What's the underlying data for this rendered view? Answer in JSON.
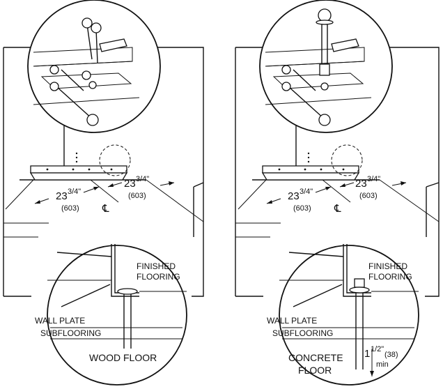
{
  "left_panel": {
    "dimension_left": "23",
    "dimension_left_frac": "3/4\"",
    "dimension_left_mm": "(603)",
    "dimension_right": "23",
    "dimension_right_frac": "3/4\"",
    "dimension_right_mm": "(603)",
    "centerline_symbol": "℄",
    "label_finished_1": "FINISHED",
    "label_finished_2": "FLOORING",
    "label_wall_plate": "WALL PLATE",
    "label_subflooring": "SUBFLOORING",
    "label_floor": "WOOD FLOOR"
  },
  "right_panel": {
    "dimension_left": "23",
    "dimension_left_frac": "3/4\"",
    "dimension_left_mm": "(603)",
    "dimension_right": "23",
    "dimension_right_frac": "3/4\"",
    "dimension_right_mm": "(603)",
    "centerline_symbol": "℄",
    "label_finished_1": "FINISHED",
    "label_finished_2": "FLOORING",
    "label_wall_plate": "WALL PLATE",
    "label_subflooring": "SUBFLOORING",
    "label_floor_1": "CONCRETE",
    "label_floor_2": "FLOOR",
    "depth_whole": "1",
    "depth_frac": "1/2\"",
    "depth_mm": "(38)",
    "depth_min": "min"
  }
}
